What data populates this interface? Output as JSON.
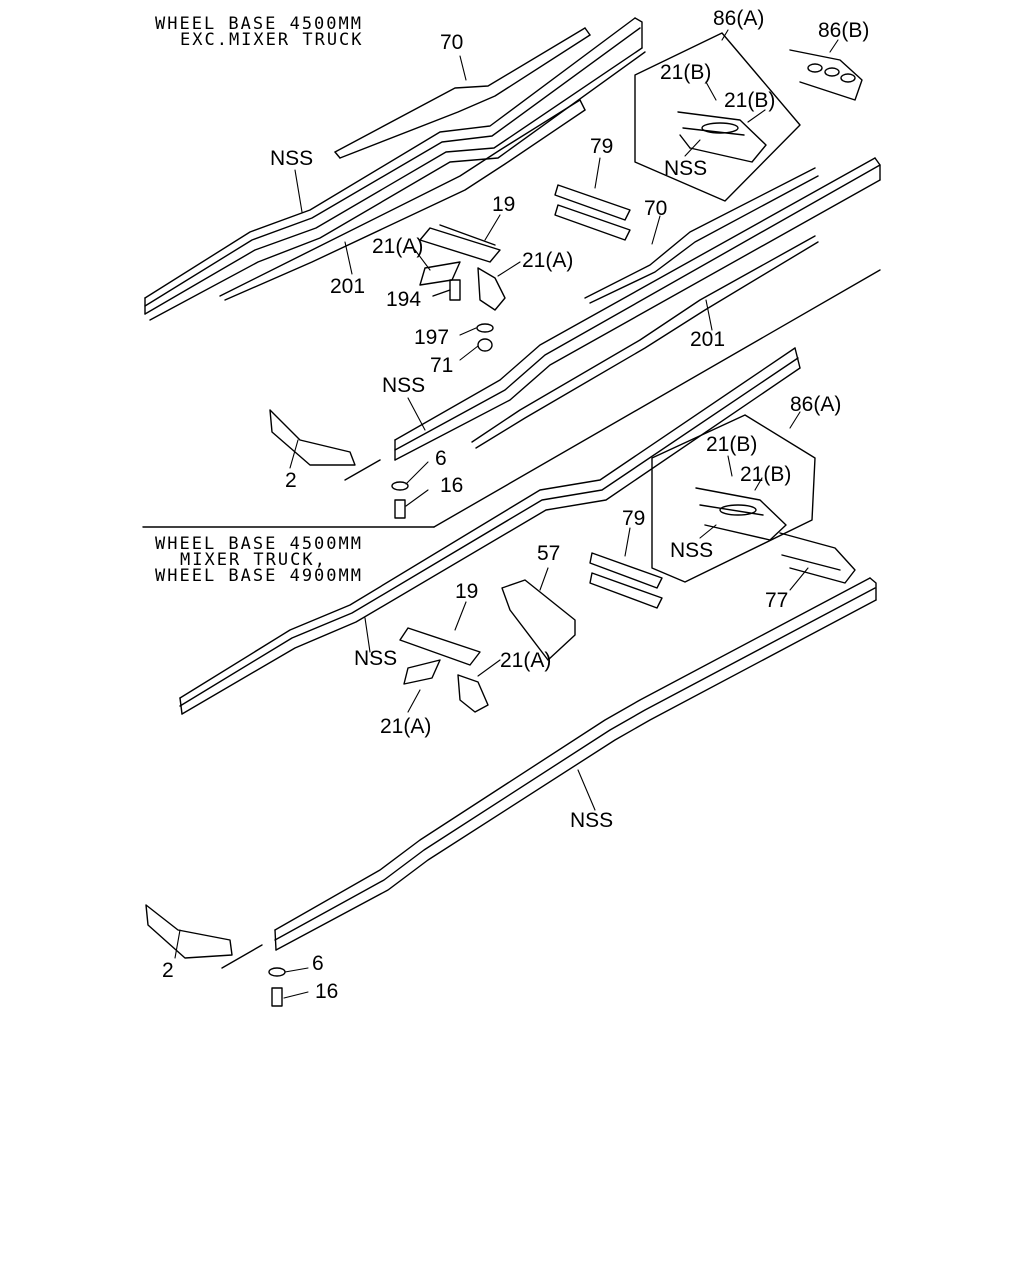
{
  "captions": {
    "top": [
      "WHEEL BASE 4500MM",
      "EXC.MIXER TRUCK"
    ],
    "bottom": [
      "WHEEL BASE 4500MM",
      "MIXER TRUCK,",
      "WHEEL BASE 4900MM"
    ]
  },
  "callouts": {
    "c70a": "70",
    "c86a_top": "86(A)",
    "c86b_top": "86(B)",
    "c21b_1": "21(B)",
    "c21b_2": "21(B)",
    "cnss_inset_top": "NSS",
    "c79_top": "79",
    "cnss_1": "NSS",
    "c19_top": "19",
    "c21a_1": "21(A)",
    "c21a_2": "21(A)",
    "c201a": "201",
    "c194": "194",
    "c197": "197",
    "c71": "71",
    "c70b": "70",
    "c201b": "201",
    "cnss_2": "NSS",
    "c2_top": "2",
    "c6_top": "6",
    "c16_top": "16",
    "c86a_bot": "86(A)",
    "c21b_3": "21(B)",
    "c21b_4": "21(B)",
    "cnss_inset_bot": "NSS",
    "c79_bot": "79",
    "c57": "57",
    "c19_bot": "19",
    "cnss_3": "NSS",
    "c21a_3": "21(A)",
    "c21a_4": "21(A)",
    "c77": "77",
    "cnss_4": "NSS",
    "c2_bot": "2",
    "c6_bot": "6",
    "c16_bot": "16"
  }
}
